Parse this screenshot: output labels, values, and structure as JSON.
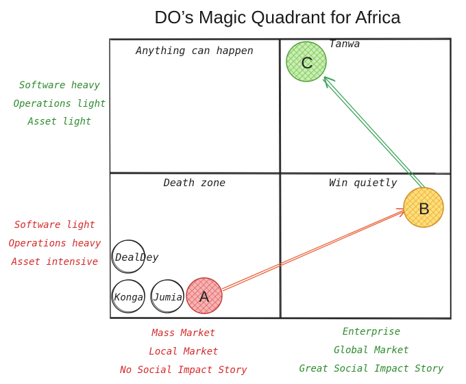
{
  "title": "DO’s Magic Quadrant for Africa",
  "quadrants": {
    "top_left": "Anything can happen",
    "top_right": "Tanwa",
    "bottom_left": "Death zone",
    "bottom_right": "Win quietly"
  },
  "y_axis": {
    "top_lines": [
      "Software heavy",
      "Operations light",
      "Asset light"
    ],
    "bottom_lines": [
      "Software light",
      "Operations heavy",
      "Asset intensive"
    ]
  },
  "x_axis": {
    "left_lines": [
      "Mass Market",
      "Local Market",
      "No Social Impact Story"
    ],
    "right_lines": [
      "Enterprise",
      "Global Market",
      "Great Social Impact Story"
    ]
  },
  "bubbles": {
    "dealdey": "DealDey",
    "konga": "Konga",
    "jumia": "Jumia",
    "a": "A",
    "b": "B",
    "c": "C"
  },
  "colors": {
    "positive": "#2e8b2e",
    "negative": "#d42a2a",
    "frame": "#222222",
    "bubble_a": "#e86060",
    "bubble_b": "#f5b53a",
    "bubble_c": "#8fd16a",
    "arrow_a_to_b": "#e8643c",
    "arrow_b_to_c": "#3aa35a"
  }
}
